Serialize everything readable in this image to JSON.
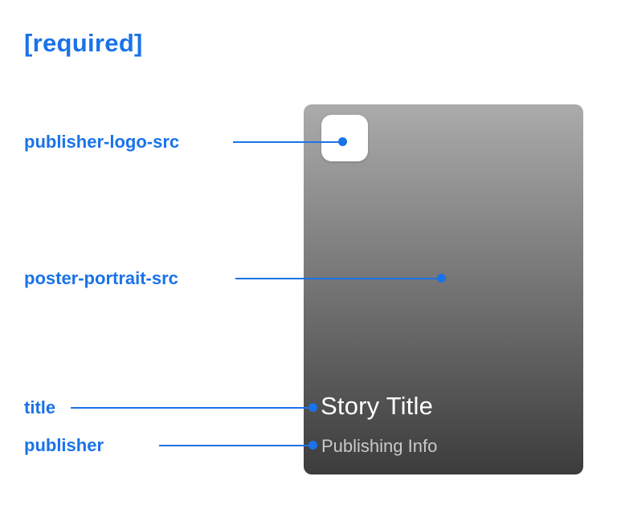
{
  "heading": "[required]",
  "accent_color": "#1a73e8",
  "card": {
    "title": "Story Title",
    "publisher": "Publishing Info",
    "gradient_top": "#ababab",
    "gradient_bottom": "#3c3c3c",
    "title_color": "#ffffff",
    "publisher_color": "#c9c9c9"
  },
  "annotations": [
    {
      "label": "publisher-logo-src"
    },
    {
      "label": "poster-portrait-src"
    },
    {
      "label": "title"
    },
    {
      "label": "publisher"
    }
  ]
}
